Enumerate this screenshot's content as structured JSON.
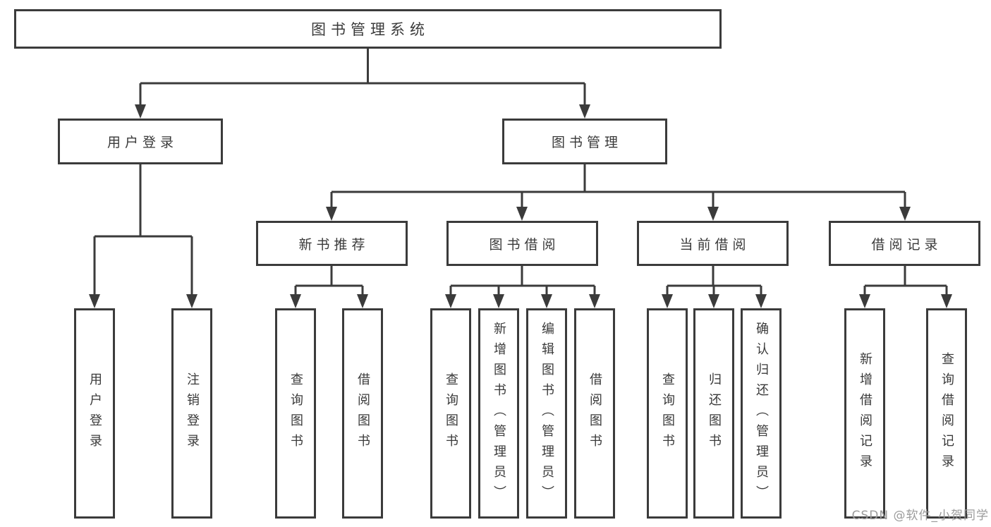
{
  "diagram": {
    "title": "图书管理系统",
    "branches": [
      {
        "label": "用户登录",
        "children": [
          {
            "label": "用户登录"
          },
          {
            "label": "注销登录"
          }
        ]
      },
      {
        "label": "图书管理",
        "children": [
          {
            "label": "新书推荐",
            "children": [
              {
                "label": "查询图书"
              },
              {
                "label": "借阅图书"
              }
            ]
          },
          {
            "label": "图书借阅",
            "children": [
              {
                "label": "查询图书"
              },
              {
                "label": "新增图书（管理员）"
              },
              {
                "label": "编辑图书（管理员）"
              },
              {
                "label": "借阅图书"
              }
            ]
          },
          {
            "label": "当前借阅",
            "children": [
              {
                "label": "查询图书"
              },
              {
                "label": "归还图书"
              },
              {
                "label": "确认归还（管理员）"
              }
            ]
          },
          {
            "label": "借阅记录",
            "children": [
              {
                "label": "新增借阅记录"
              },
              {
                "label": "查询借阅记录"
              }
            ]
          }
        ]
      }
    ]
  },
  "watermark": "CSDN @软件_小贺同学",
  "colors": {
    "line": "#3b3b3b",
    "text": "#3a3a3a",
    "watermark_gray": "#9b9b9b",
    "background": "#ffffff"
  }
}
